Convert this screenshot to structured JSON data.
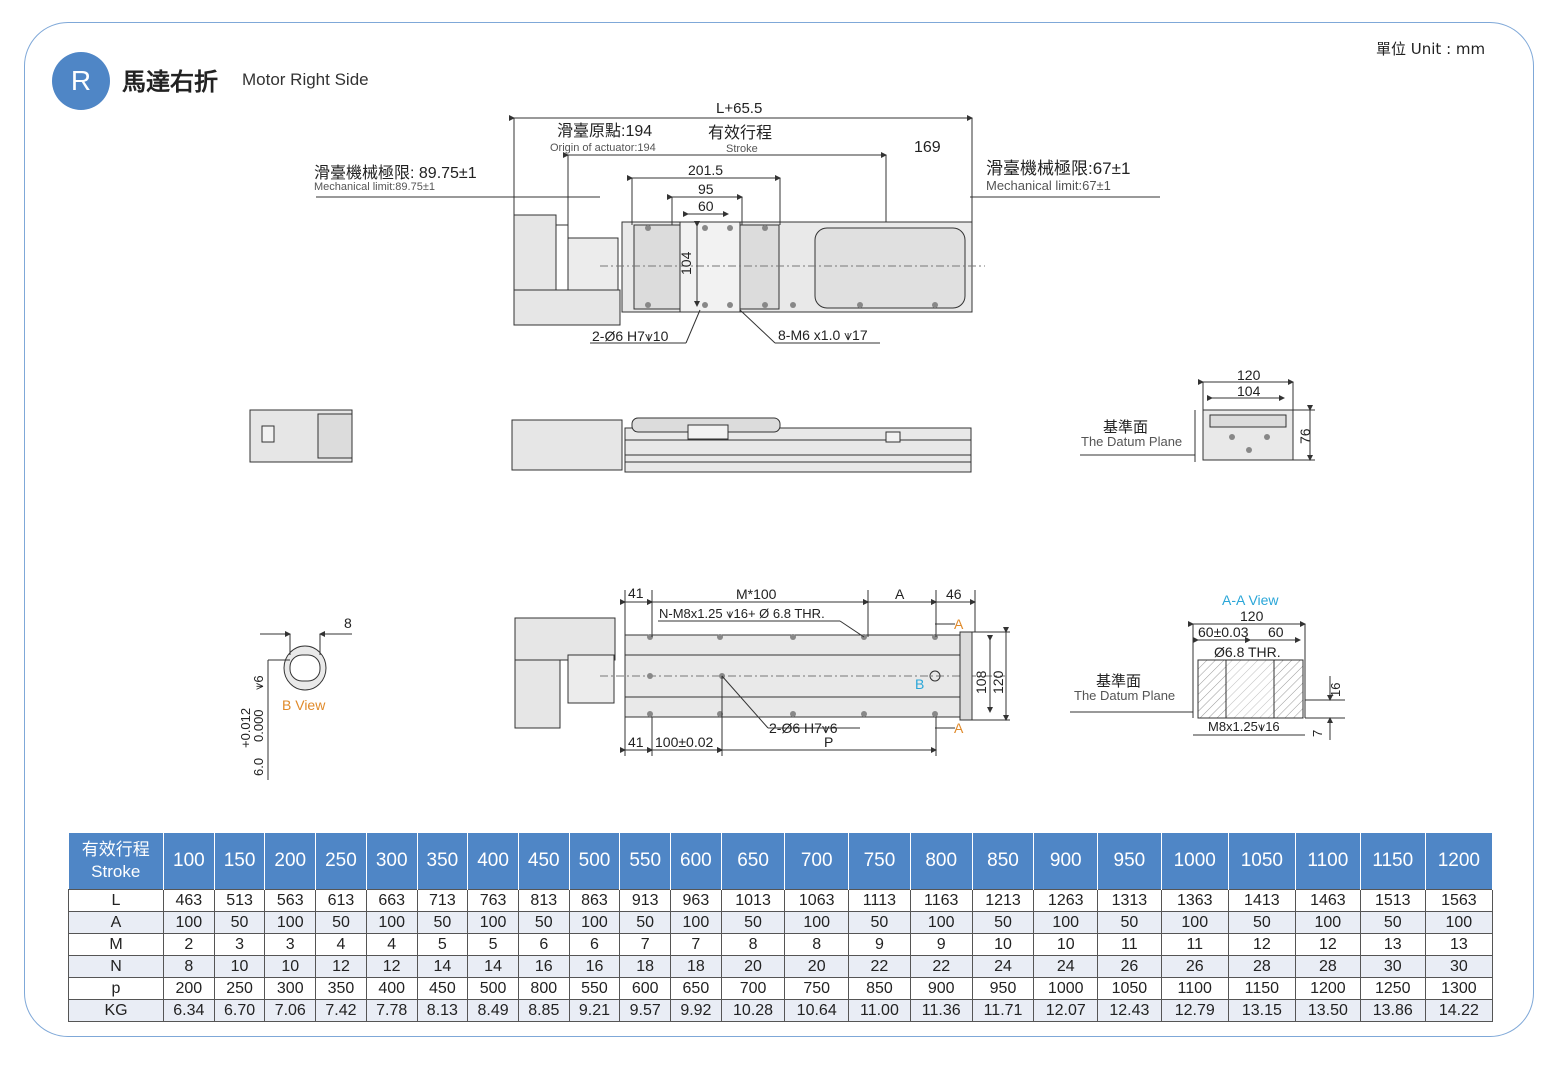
{
  "header": {
    "badge": "R",
    "title_zh": "馬達右折",
    "title_en": "Motor Right Side",
    "unit": "單位 Unit : mm"
  },
  "top_view": {
    "overall": "L+65.5",
    "origin_zh": "滑臺原點:194",
    "origin_en": "Origin of actuator:194",
    "stroke_zh": "有效行程",
    "stroke_en": "Stroke",
    "dim_169": "169",
    "mech_left_zh": "滑臺機械極限: 89.75±1",
    "mech_left_en": "Mechanical limit:89.75±1",
    "mech_right_zh": "滑臺機械極限:67±1",
    "mech_right_en": "Mechanical limit:67±1",
    "dim_2015": "201.5",
    "dim_95": "95",
    "dim_60": "60",
    "dim_104": "104",
    "hole_pin": "2-Ø6  H7⩛10",
    "hole_thread": "8-M6 x1.0 ⩛17"
  },
  "end_view": {
    "dim_120": "120",
    "dim_104": "104",
    "dim_76": "76",
    "datum_zh": "基準面",
    "datum_en": "The Datum Plane"
  },
  "bottom_view": {
    "dim_41_top": "41",
    "dim_m100": "M*100",
    "dim_a": "A",
    "dim_46": "46",
    "note_thr": "N-M8x1.25 ⩛16+ Ø 6.8 THR.",
    "label_a1": "A",
    "label_a2": "A",
    "label_b": "B",
    "dim_108": "108",
    "dim_120": "120",
    "pin_note": "2-Ø6  H7⩛6",
    "dim_41_bot": "41",
    "dim_100": "100±0.02",
    "dim_p": "P"
  },
  "b_view": {
    "label": "B View",
    "dim_8": "8",
    "tol_upper": "+0.012",
    "tol_lower": "0.000",
    "dia": "6.0",
    "depth": "⩛6"
  },
  "aa_view": {
    "label": "A-A View",
    "dim_120": "120",
    "dim_6003": "60±0.03",
    "dim_60": "60",
    "thr": "Ø6.8  THR.",
    "datum_zh": "基準面",
    "datum_en": "The Datum Plane",
    "dim_16": "16",
    "dim_7": "7",
    "thread": "M8x1.25⩛16"
  },
  "colors": {
    "accent": "#4f86c6",
    "frame": "#7fa8d8",
    "orange": "#e08a2a",
    "cyan": "#2aa6d8",
    "body_fill": "#e6e6e6"
  },
  "table": {
    "header_label_zh": "有效行程",
    "header_label_en": "Stroke",
    "strokes": [
      "100",
      "150",
      "200",
      "250",
      "300",
      "350",
      "400",
      "450",
      "500",
      "550",
      "600",
      "650",
      "700",
      "750",
      "800",
      "850",
      "900",
      "950",
      "1000",
      "1050",
      "1100",
      "1150",
      "1200"
    ],
    "rows": [
      {
        "label": "L",
        "values": [
          "463",
          "513",
          "563",
          "613",
          "663",
          "713",
          "763",
          "813",
          "863",
          "913",
          "963",
          "1013",
          "1063",
          "1113",
          "1163",
          "1213",
          "1263",
          "1313",
          "1363",
          "1413",
          "1463",
          "1513",
          "1563"
        ]
      },
      {
        "label": "A",
        "values": [
          "100",
          "50",
          "100",
          "50",
          "100",
          "50",
          "100",
          "50",
          "100",
          "50",
          "100",
          "50",
          "100",
          "50",
          "100",
          "50",
          "100",
          "50",
          "100",
          "50",
          "100",
          "50",
          "100"
        ]
      },
      {
        "label": "M",
        "values": [
          "2",
          "3",
          "3",
          "4",
          "4",
          "5",
          "5",
          "6",
          "6",
          "7",
          "7",
          "8",
          "8",
          "9",
          "9",
          "10",
          "10",
          "11",
          "11",
          "12",
          "12",
          "13",
          "13"
        ]
      },
      {
        "label": "N",
        "values": [
          "8",
          "10",
          "10",
          "12",
          "12",
          "14",
          "14",
          "16",
          "16",
          "18",
          "18",
          "20",
          "20",
          "22",
          "22",
          "24",
          "24",
          "26",
          "26",
          "28",
          "28",
          "30",
          "30"
        ]
      },
      {
        "label": "p",
        "values": [
          "200",
          "250",
          "300",
          "350",
          "400",
          "450",
          "500",
          "800",
          "550",
          "600",
          "650",
          "700",
          "750",
          "850",
          "900",
          "950",
          "1000",
          "1050",
          "1100",
          "1150",
          "1200",
          "1250",
          "1300"
        ]
      },
      {
        "label": "KG",
        "values": [
          "6.34",
          "6.70",
          "7.06",
          "7.42",
          "7.78",
          "8.13",
          "8.49",
          "8.85",
          "9.21",
          "9.57",
          "9.92",
          "10.28",
          "10.64",
          "11.00",
          "11.36",
          "11.71",
          "12.07",
          "12.43",
          "12.79",
          "13.15",
          "13.50",
          "13.86",
          "14.22"
        ]
      }
    ]
  }
}
